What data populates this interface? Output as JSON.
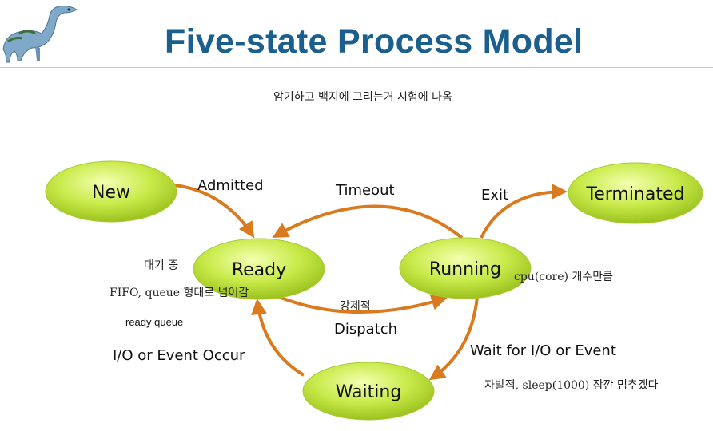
{
  "title": "Five-state Process Model",
  "subtitle_note": "암기하고 백지에 그리는거 시험에 나옴",
  "states": {
    "new": "New",
    "ready": "Ready",
    "running": "Running",
    "waiting": "Waiting",
    "terminated": "Terminated"
  },
  "transitions": {
    "admitted": "Admitted",
    "timeout": "Timeout",
    "exit": "Exit",
    "dispatch": "Dispatch",
    "wait": "Wait for I/O or Event",
    "event_occur": "I/O or Event Occur"
  },
  "notes": {
    "ready_wait": "대기 중",
    "ready_fifo": "FIFO, queue 형태로 넘어감",
    "ready_queue": "ready queue",
    "forced": "강제적",
    "running_cpu": "cpu(core) 개수만큼",
    "waiting_note": "자발적, sleep(1000) 잠깐 멈추겠다"
  },
  "colors": {
    "title": "#1a5f8e",
    "state_fill": "#c8ea4a",
    "arrow": "#d97a1e"
  },
  "icons": {
    "logo": "dinosaur-icon"
  }
}
